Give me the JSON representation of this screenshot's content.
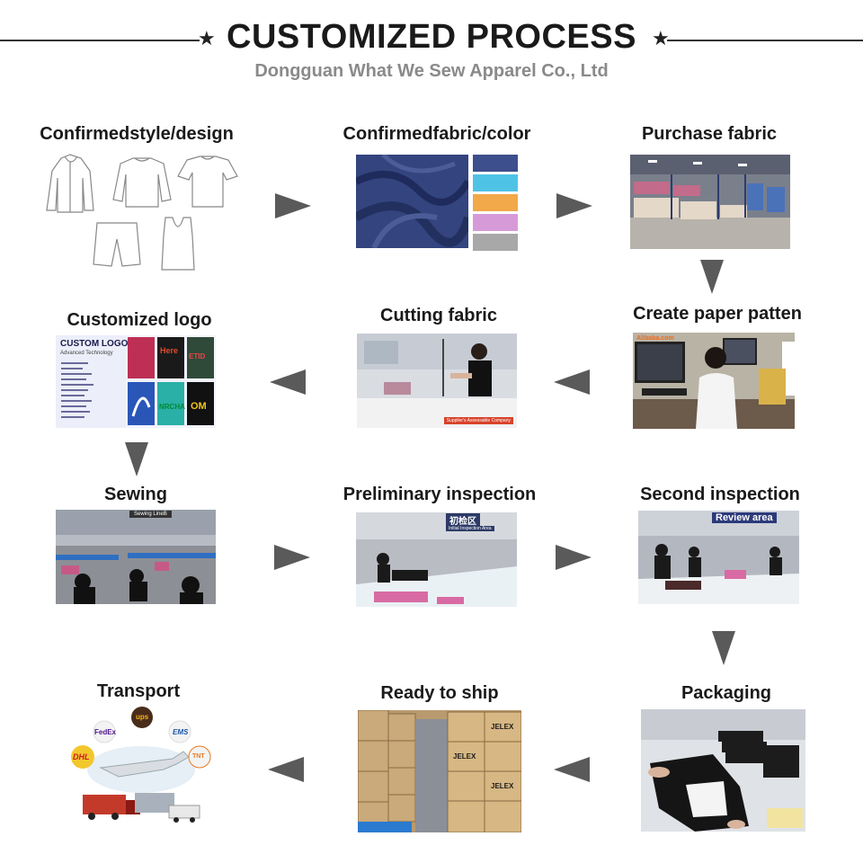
{
  "header": {
    "title": "CUSTOMIZED PROCESS",
    "subtitle": "Dongguan What We Sew Apparel Co., Ltd"
  },
  "steps": [
    {
      "label": "Confirmedstyle/design"
    },
    {
      "label": "Confirmedfabric/color"
    },
    {
      "label": "Purchase fabric"
    },
    {
      "label": "Create paper patten"
    },
    {
      "label": "Cutting fabric"
    },
    {
      "label": "Customized logo"
    },
    {
      "label": "Sewing"
    },
    {
      "label": "Preliminary inspection"
    },
    {
      "label": "Second inspection"
    },
    {
      "label": "Packaging"
    },
    {
      "label": "Ready to ship"
    },
    {
      "label": "Transport"
    }
  ],
  "fabric_swatches": [
    "#3d4f8c",
    "#4fc3e6",
    "#f1a94a",
    "#d79ad8",
    "#a8a8a8"
  ],
  "photo_texts": {
    "custom_logo_title": "CUSTOM LOGO",
    "custom_logo_sub": "Advanced Technology",
    "cutting_caption": "Supplier's Assessable Company",
    "alibaba": "Alibaba.com",
    "sewing_sign": "Sewing LineB",
    "prelim_sign": "初检区",
    "prelim_sub": "Initial Inspection Area",
    "review_sign": "Review area",
    "carton_brand": "JELEX",
    "fedex": "FedEx",
    "ups": "ups",
    "ems": "EMS",
    "dhl": "DHL",
    "tnt": "TNT"
  },
  "icons": {
    "arrow": "triangle-arrow-icon",
    "star": "star-icon"
  }
}
